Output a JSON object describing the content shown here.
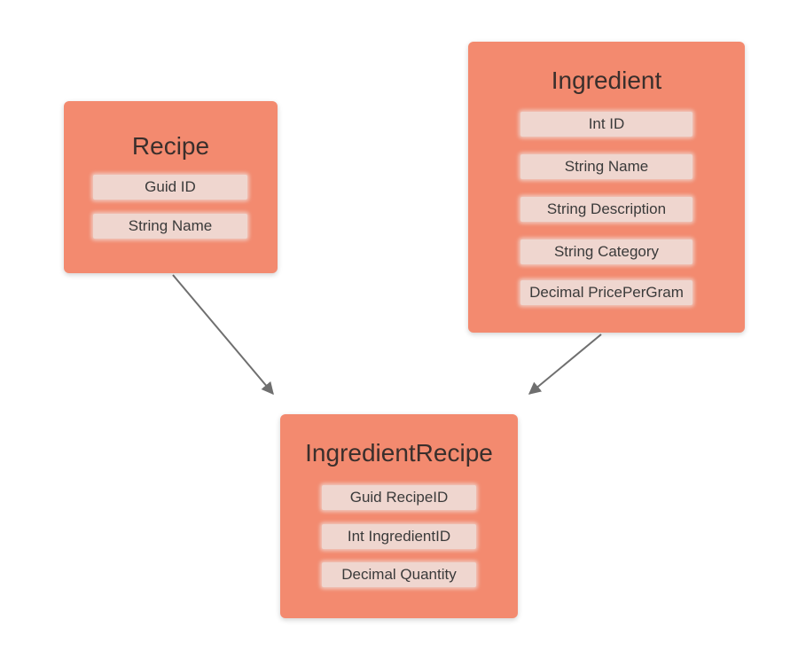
{
  "entities": {
    "recipe": {
      "title": "Recipe",
      "fields": [
        "Guid ID",
        "String Name"
      ]
    },
    "ingredient": {
      "title": "Ingredient",
      "fields": [
        "Int ID",
        "String Name",
        "String Description",
        "String Category",
        "Decimal PricePerGram"
      ]
    },
    "ingredient_recipe": {
      "title": "IngredientRecipe",
      "fields": [
        "Guid RecipeID",
        "Int IngredientID",
        "Decimal Quantity"
      ]
    }
  },
  "relationships": [
    {
      "from": "Recipe",
      "to": "IngredientRecipe"
    },
    {
      "from": "Ingredient",
      "to": "IngredientRecipe"
    }
  ],
  "colors": {
    "box": "#f38a6f",
    "field": "#efd6cf",
    "arrow": "#6f6f6f"
  }
}
